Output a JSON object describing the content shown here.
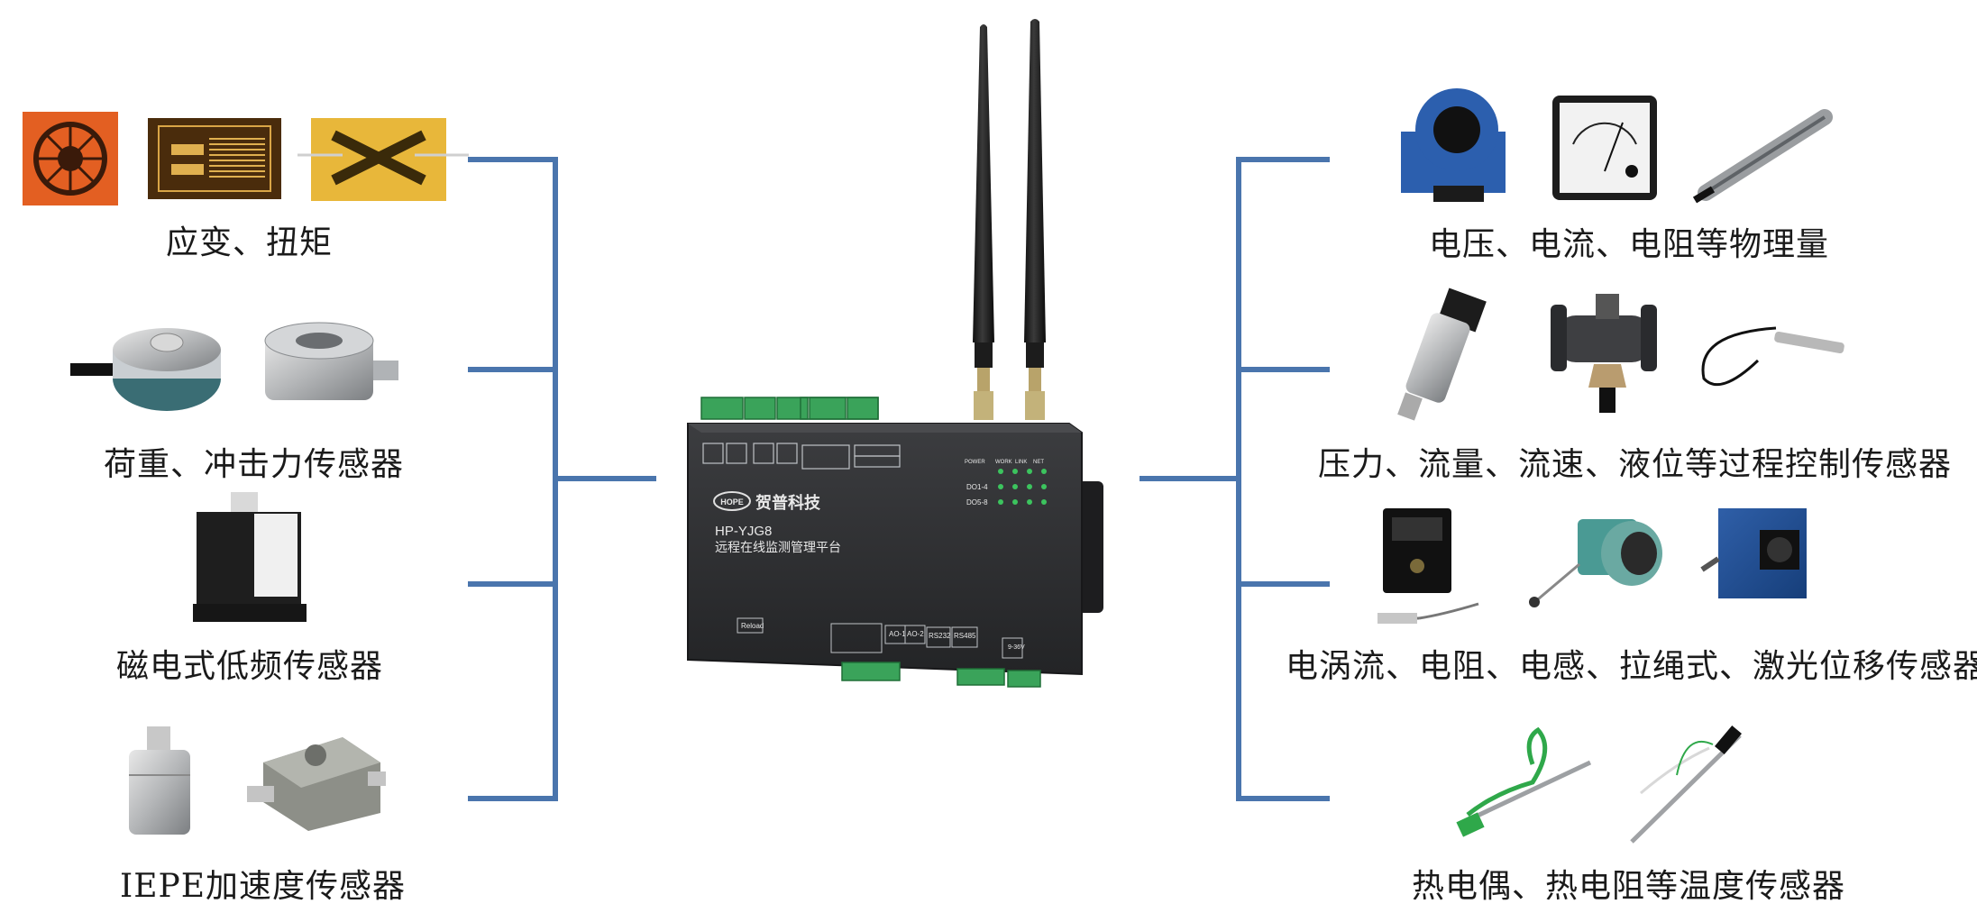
{
  "colors": {
    "connector": "#4a75ad",
    "device_body": "#2e2e30",
    "terminal": "#3aa35a",
    "led": "#3cc45e"
  },
  "left_groups": [
    {
      "label": "应变、扭矩",
      "icons": [
        "strain-gauge-rosette-icon",
        "strain-gauge-icon",
        "torque-strain-gauge-icon"
      ]
    },
    {
      "label": "荷重、冲击力传感器",
      "icons": [
        "load-cell-icon",
        "load-cell-icon"
      ]
    },
    {
      "label": "磁电式低频传感器",
      "icons": [
        "magnetoelectric-sensor-icon"
      ]
    },
    {
      "label": "IEPE加速度传感器",
      "icons": [
        "accelerometer-icon",
        "accelerometer-block-icon"
      ]
    }
  ],
  "right_groups": [
    {
      "label": "电压、电流、电阻等物理量",
      "icons": [
        "current-transformer-icon",
        "voltmeter-icon",
        "linear-displacement-sensor-icon"
      ]
    },
    {
      "label": "压力、流量、流速、液位等过程控制传感器",
      "icons": [
        "pressure-transmitter-icon",
        "flow-valve-icon",
        "level-probe-icon"
      ]
    },
    {
      "label": "电涡流、电阻、电感、拉绳式、激光位移传感器",
      "icons": [
        "eddy-current-probe-icon",
        "draw-wire-sensor-icon",
        "laser-sensor-icon"
      ]
    },
    {
      "label": "热电偶、热电阻等温度传感器",
      "icons": [
        "thermocouple-icon",
        "rtd-probe-icon"
      ]
    }
  ],
  "device": {
    "brand": "贺普科技",
    "logo": "HOPE",
    "model": "HP-YJG8",
    "subtitle": "远程在线监测管理平台",
    "status_labels": [
      "POWER",
      "WORK",
      "LINK",
      "NET"
    ],
    "do_labels": [
      "DO1-4",
      "DO5-8"
    ],
    "port_labels": [
      "AO-1",
      "AO-2",
      "RS232",
      "RS485",
      "9-36V"
    ],
    "reload_label": "Reload",
    "antenna_count": 2
  }
}
